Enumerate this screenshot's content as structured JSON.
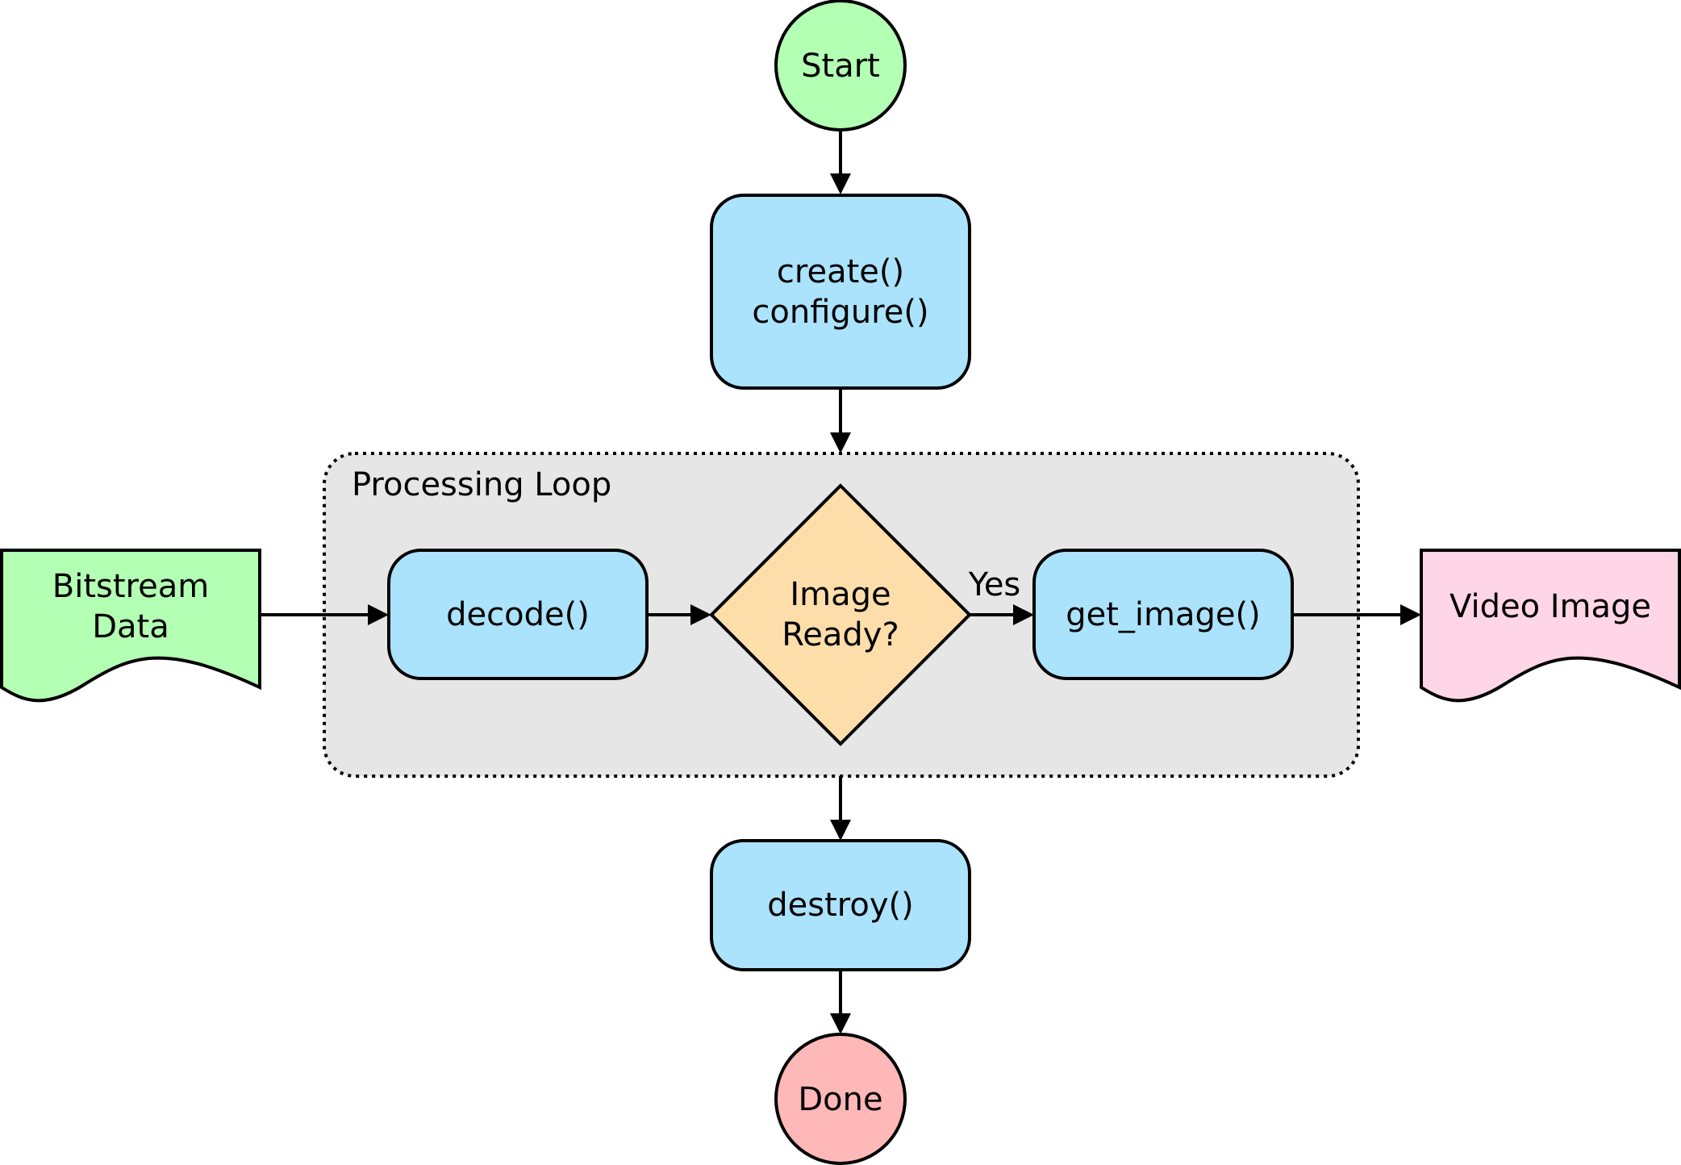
{
  "colors": {
    "terminal_start": "#b3ffb3",
    "terminal_end": "#ffb8b8",
    "process": "#abe3fc",
    "decision": "#fddeab",
    "data_in": "#b3ffb3",
    "data_out": "#ffd6e6",
    "group": "#e6e6e6",
    "stroke": "#000000"
  },
  "nodes": {
    "start": {
      "label": "Start"
    },
    "create_configure": {
      "line1": "create()",
      "line2": "configure()"
    },
    "loop": {
      "label": "Processing Loop"
    },
    "bitstream": {
      "line1": "Bitstream",
      "line2": "Data"
    },
    "decode": {
      "label": "decode()"
    },
    "image_ready": {
      "line1": "Image",
      "line2": "Ready?"
    },
    "get_image": {
      "label": "get_image()"
    },
    "video_image": {
      "label": "Video Image"
    },
    "destroy": {
      "label": "destroy()"
    },
    "done": {
      "label": "Done"
    }
  },
  "edges": {
    "yes_label": "Yes"
  }
}
